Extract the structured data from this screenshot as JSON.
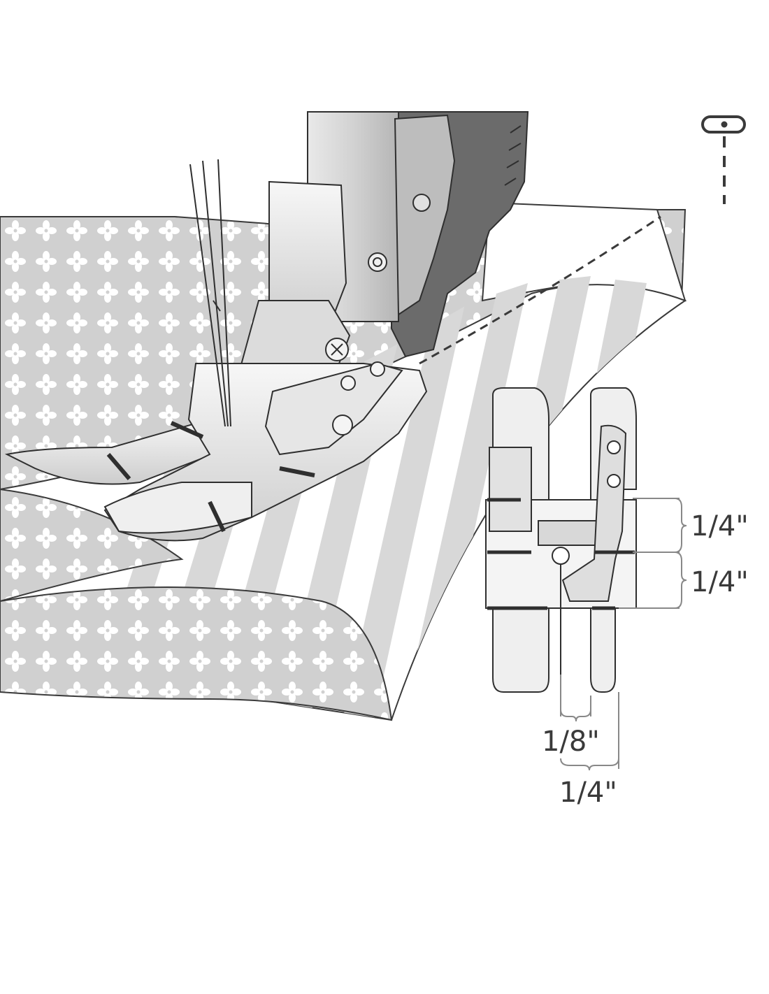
{
  "icons": {
    "stitch_symbol": "straight-stitch-needle-position-icon"
  },
  "measurements": {
    "right_upper": "1/4\"",
    "right_lower": "1/4\"",
    "bottom_inner": "1/8\"",
    "bottom_outer": "1/4\""
  },
  "colors": {
    "outline": "#3a3a3a",
    "metal_light": "#f2f2f2",
    "metal_mid": "#c9c9c9",
    "metal_dark": "#8e8e8e",
    "shank_dark": "#6e6e6e",
    "fabric_gray": "#cfcfcf",
    "fabric_stripe": "#e6e6e6"
  }
}
